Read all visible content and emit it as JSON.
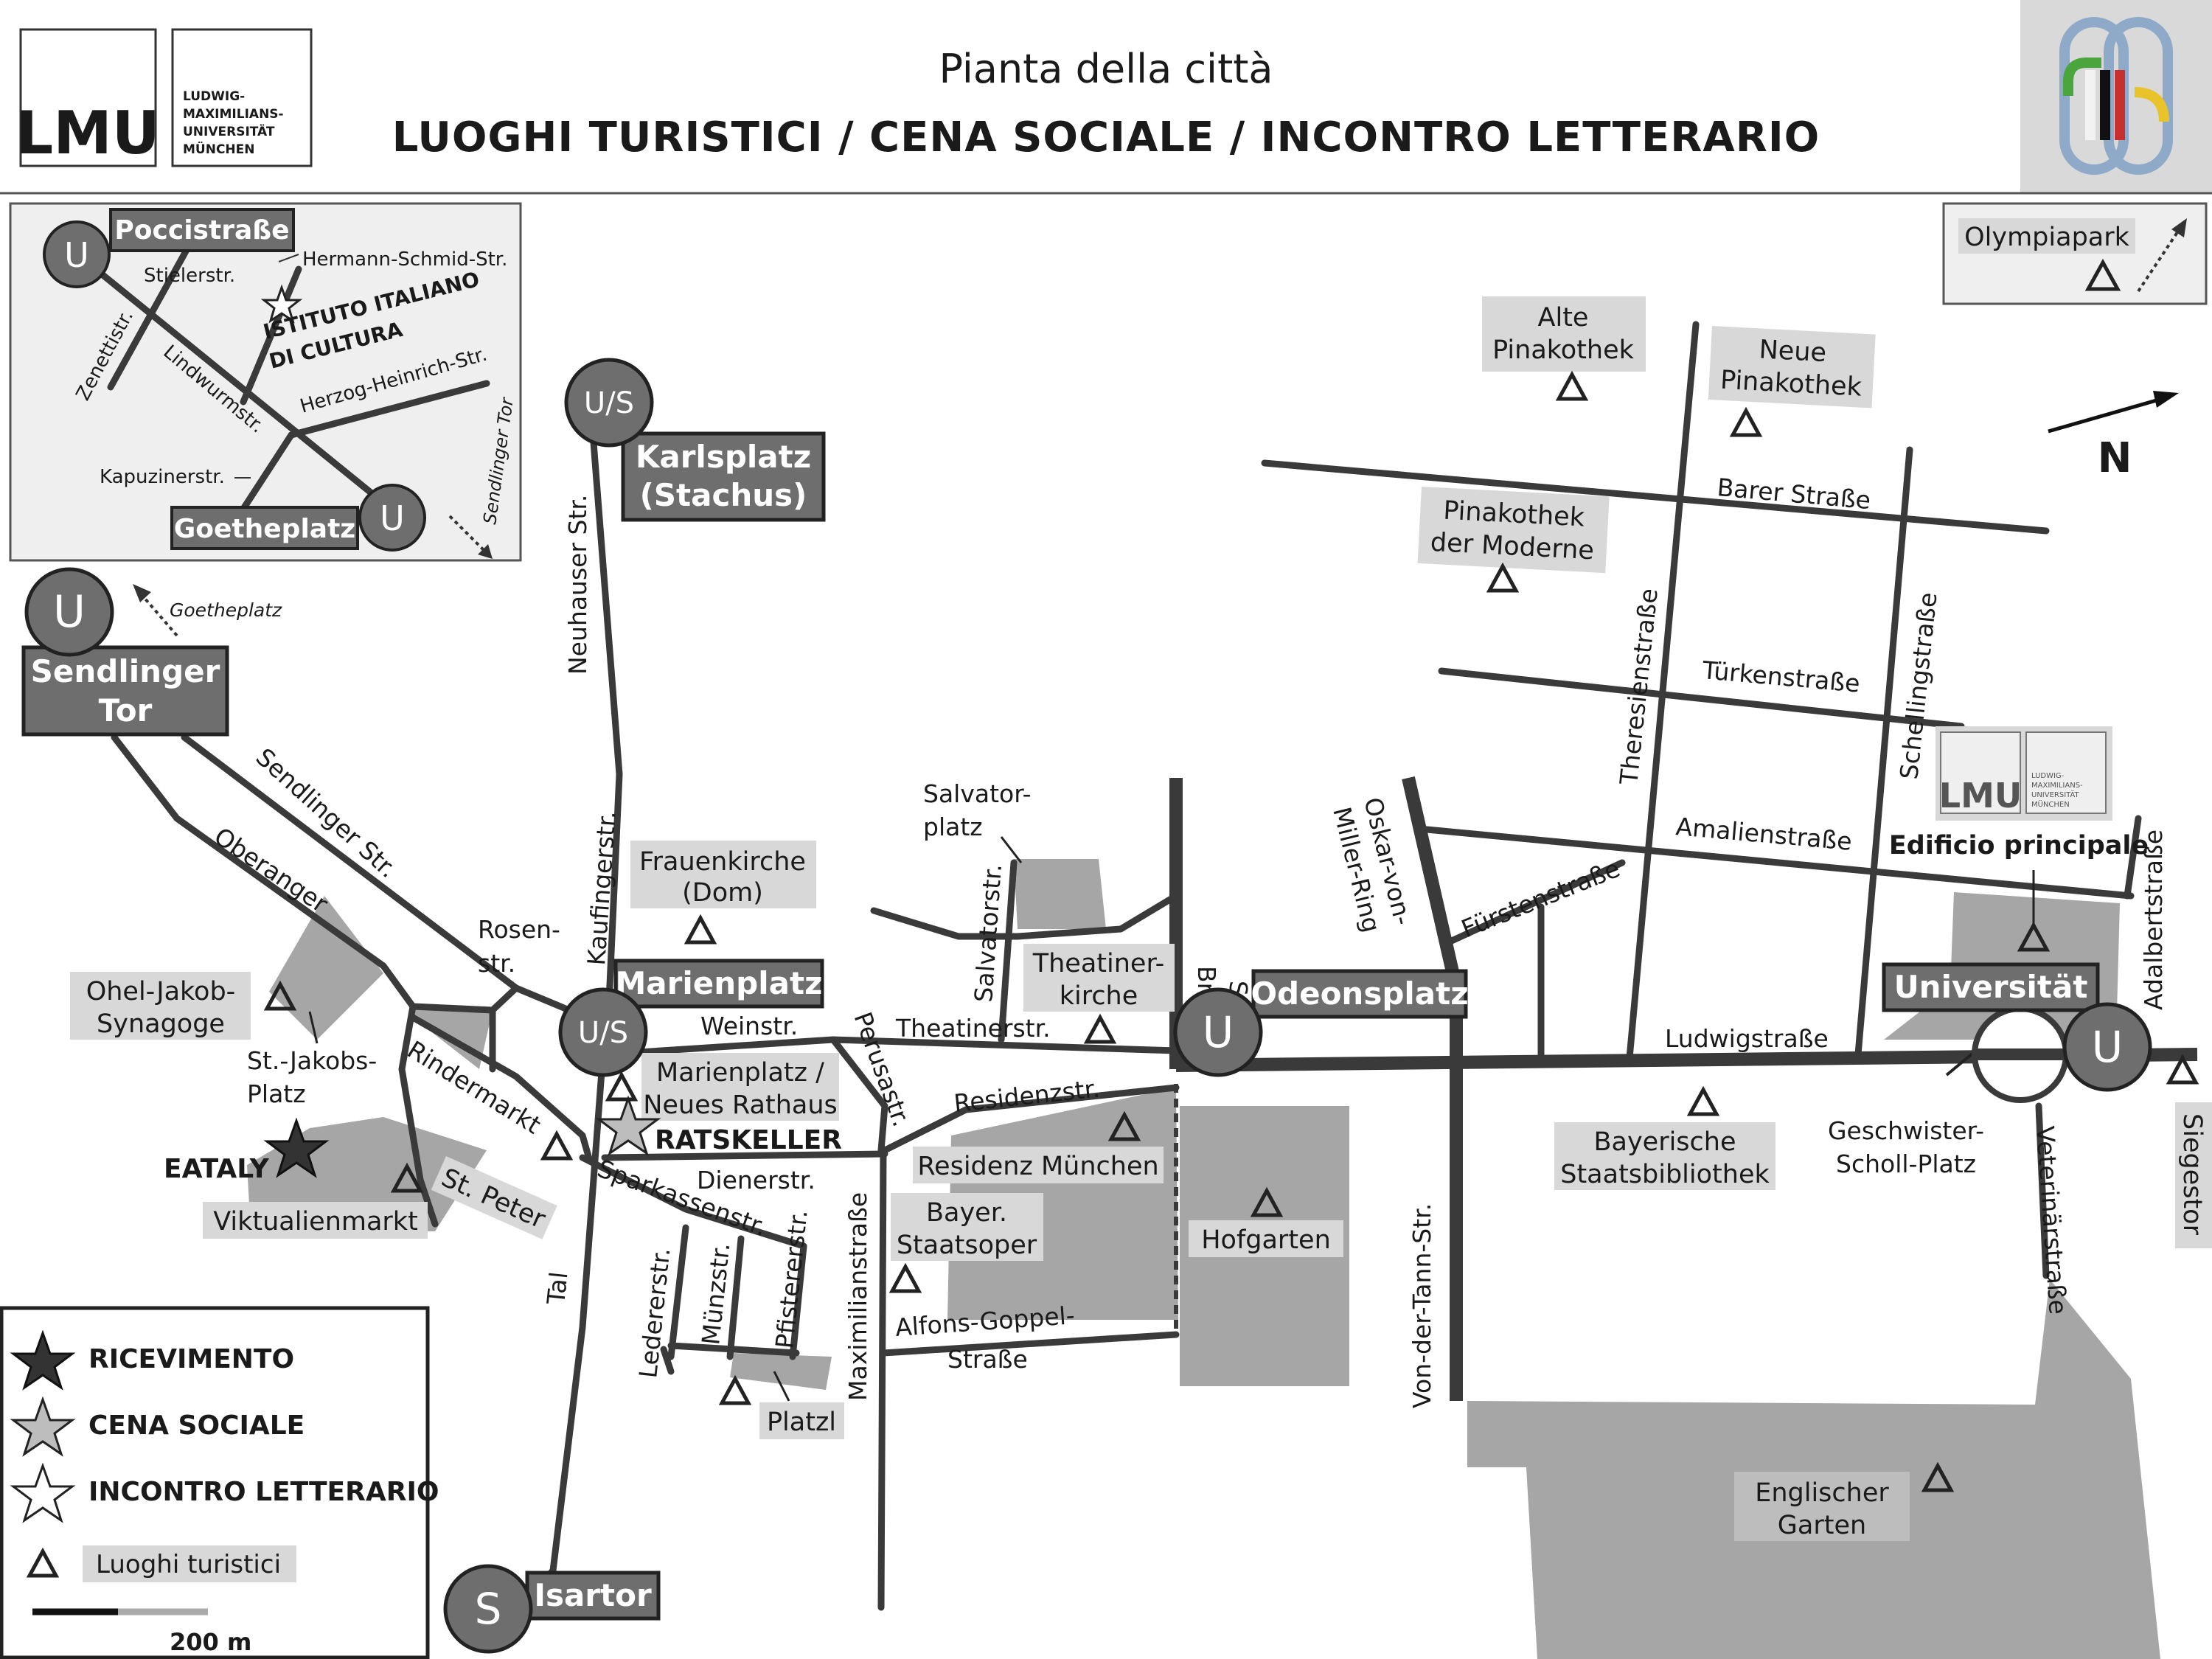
{
  "header": {
    "logo_text": "LMU",
    "university_name": [
      "LUDWIG-",
      "MAXIMILIANS-",
      "UNIVERSITÄT",
      "MÜNCHEN"
    ],
    "subtitle": "Pianta della città",
    "title": "LUOGHI TURISTICI / CENA SOCIALE / INCONTRO LETTERARIO"
  },
  "inset": {
    "stations": {
      "poccistrasse": {
        "letter": "U",
        "name": "Poccistraße"
      },
      "goetheplatz": {
        "letter": "U",
        "name": "Goetheplatz"
      }
    },
    "streets": {
      "stielerstr": "Stielerstr.",
      "hermann_schmid": "Hermann-Schmid-Str.",
      "zenettistr": "Zenettistr.",
      "lindwurmstr": "Lindwurmstr.",
      "herzog_heinrich": "Herzog-Heinrich-Str.",
      "kapuzinerstr": "Kapuzinerstr.",
      "sendlinger_tor": "Sendlinger Tor"
    },
    "venue": [
      "ISTITUTO ITALIANO",
      "DI CULTURA"
    ]
  },
  "stations": {
    "sendlinger_tor": {
      "letter": "U",
      "name": [
        "Sendlinger",
        "Tor"
      ]
    },
    "karlsplatz": {
      "letter": "U/S",
      "name": [
        "Karlsplatz",
        "(Stachus)"
      ]
    },
    "marienplatz": {
      "letter": "U/S",
      "name": "Marienplatz"
    },
    "odeonsplatz": {
      "letter": "U",
      "name": "Odeonsplatz"
    },
    "universitaet": {
      "letter": "U",
      "name": "Universität"
    },
    "isartor": {
      "letter": "S",
      "name": "Isartor"
    }
  },
  "direction": {
    "goetheplatz": "Goetheplatz",
    "north": "N",
    "olympiapark": "Olympiapark"
  },
  "streets": {
    "neuhauser": "Neuhauser Str.",
    "kaufinger": "Kaufingerstr.",
    "sendlinger": "Sendlinger Str.",
    "oberanger": "Oberanger",
    "rosen": [
      "Rosen-",
      "str."
    ],
    "rindermarkt": "Rindermarkt",
    "weinstr": "Weinstr.",
    "theatiner": "Theatinerstr.",
    "perusastr": "Perusastr.",
    "residenzstr": "Residenzstr.",
    "dienerstr": "Dienerstr.",
    "sparkassen": "Sparkassenstr.",
    "ledererstr": "Ledererstr.",
    "muenzstr": "Münzstr.",
    "pfister": "Pfistererstr.",
    "maximilian": "Maximilianstraße",
    "tal": "Tal",
    "salvatorstr": "Salvatorstr.",
    "brienner": [
      "Brienner",
      "Str."
    ],
    "alfons": [
      "Alfons-Goppel-",
      "Straße"
    ],
    "oskar": [
      "Oskar-von-",
      "Miller-Ring"
    ],
    "von_der_tann": "Von-der-Tann-Str.",
    "fuersten": "Fürstenstraße",
    "ludwig": "Ludwigstraße",
    "barer": "Barer Straße",
    "tuerken": "Türkenstraße",
    "amalien": "Amalienstraße",
    "theresien": "Theresienstraße",
    "schelling": "Schellingstraße",
    "adalbert": "Adalbertstraße",
    "veterinaer": "Veterinärstraße"
  },
  "places": {
    "salvatorplatz": [
      "Salvator-",
      "platz"
    ],
    "st_jakobs": [
      "St.-Jakobs-",
      "Platz"
    ],
    "geschwister": [
      "Geschwister-",
      "Scholl-Platz"
    ]
  },
  "pois": {
    "frauenkirche": [
      "Frauenkirche",
      "(Dom)"
    ],
    "ohel_jakob": [
      "Ohel-Jakob-",
      "Synagoge"
    ],
    "viktualienmarkt": "Viktualienmarkt",
    "st_peter": "St. Peter",
    "marienplatz_rathaus": [
      "Marienplatz /",
      "Neues Rathaus"
    ],
    "theatinerkirche": [
      "Theatiner-",
      "kirche"
    ],
    "residenz": "Residenz München",
    "staatsoper": [
      "Bayer.",
      "Staatsoper"
    ],
    "platzl": "Platzl",
    "hofgarten": "Hofgarten",
    "alte_pinakothek": [
      "Alte",
      "Pinakothek"
    ],
    "neue_pinakothek": [
      "Neue",
      "Pinakothek"
    ],
    "pinakothek_moderne": [
      "Pinakothek",
      "der Moderne"
    ],
    "staatsbibliothek": [
      "Bayerische",
      "Staatsbibliothek"
    ],
    "siegestor": "Siegestor",
    "englischer_garten": [
      "Englischer",
      "Garten"
    ]
  },
  "venues": {
    "eataly": "EATALY",
    "ratskeller": "RATSKELLER",
    "edificio": "Edificio principale"
  },
  "legend": {
    "items": [
      {
        "icon": "star-black-icon",
        "label": "RICEVIMENTO"
      },
      {
        "icon": "star-grey-icon",
        "label": "CENA SOCIALE"
      },
      {
        "icon": "star-white-icon",
        "label": "INCONTRO LETTERARIO"
      },
      {
        "icon": "triangle-icon",
        "label": "Luoghi turistici"
      }
    ],
    "scale_label": "200 m"
  },
  "colors": {
    "station_fill": "#6e6e6e",
    "road": "#3a3a3a",
    "label_bg": "#d8d8d8",
    "area": "#a6a6a6"
  }
}
